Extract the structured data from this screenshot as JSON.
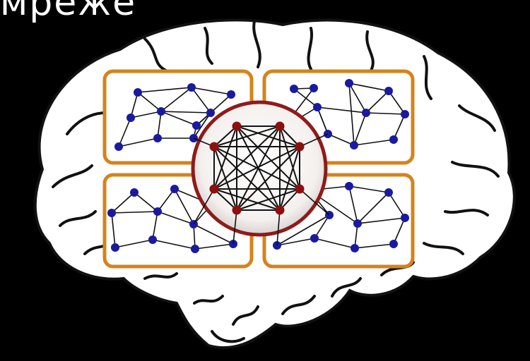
{
  "slide": {
    "title": "мреже"
  },
  "colors": {
    "background": "#000000",
    "brain_fill": "#ffffff",
    "brain_outline": "#111111",
    "module_border": "#d4841c",
    "module_fill": "#ffffff",
    "module_node": "#1a1aa0",
    "hub_ring": "#8e1b1b",
    "hub_node": "#8b1010",
    "edge": "#111111"
  },
  "diagram": {
    "modules": [
      {
        "name": "module-top-left"
      },
      {
        "name": "module-top-right"
      },
      {
        "name": "module-bottom-left"
      },
      {
        "name": "module-bottom-right"
      }
    ],
    "rich_club": {
      "node_count": 8,
      "fully_connected": true
    }
  }
}
